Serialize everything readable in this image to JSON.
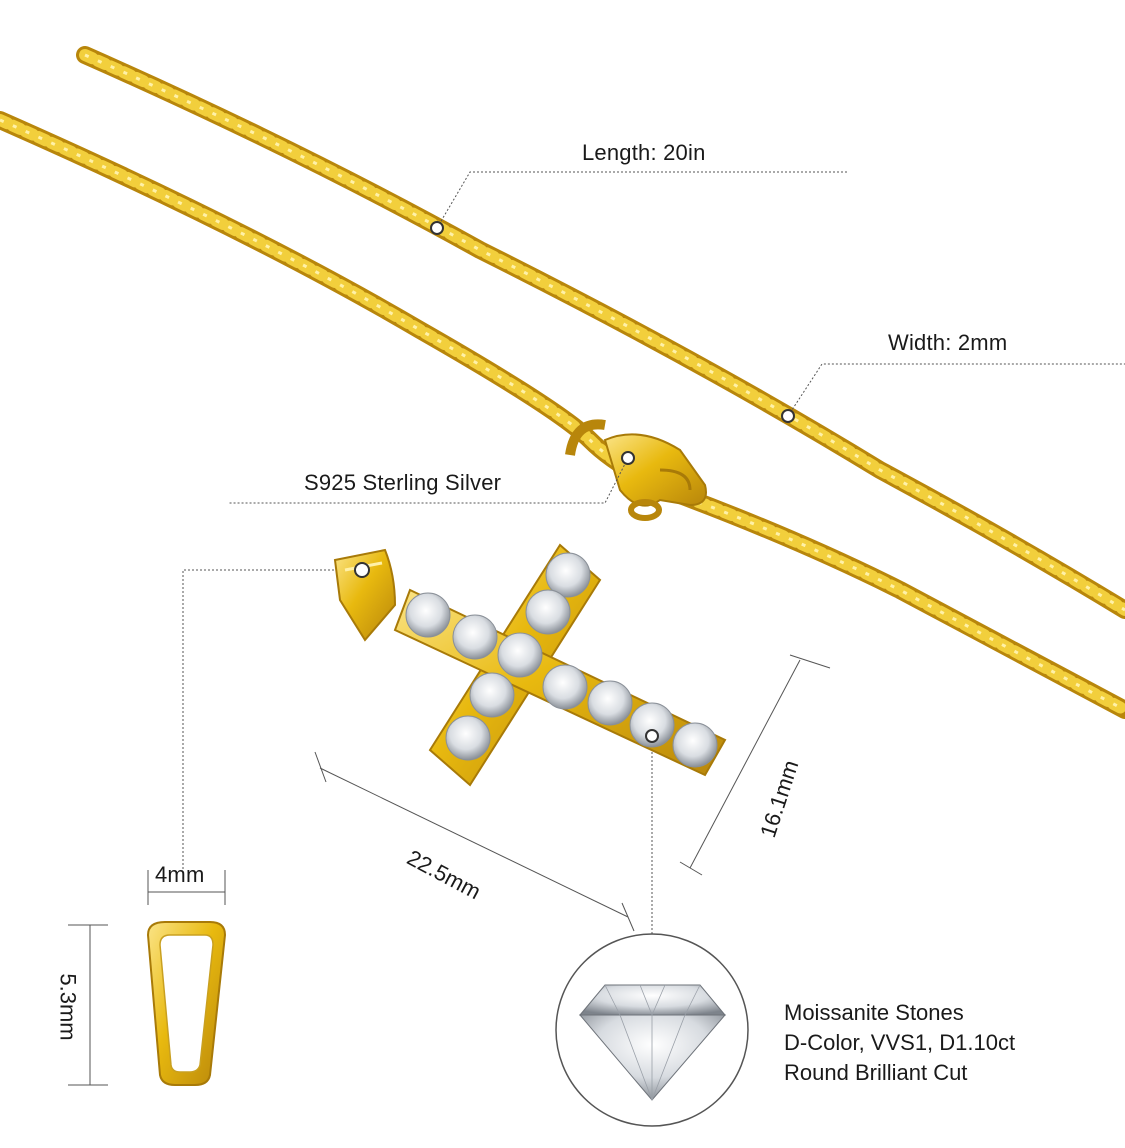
{
  "labels": {
    "length": "Length:  20in",
    "width": "Width: 2mm",
    "material": "S925 Sterling Silver",
    "bail_width": "4mm",
    "bail_height": "5.3mm",
    "cross_width": "22.5mm",
    "cross_height": "16.1mm"
  },
  "stone_spec": {
    "line1": "Moissanite Stones",
    "line2": "D-Color, VVS1, D1.10ct",
    "line3": "Round Brilliant Cut"
  },
  "colors": {
    "gold": "#e8b90f",
    "gold_dark": "#b8860b",
    "gold_light": "#f9e27a",
    "leader": "#555555"
  }
}
